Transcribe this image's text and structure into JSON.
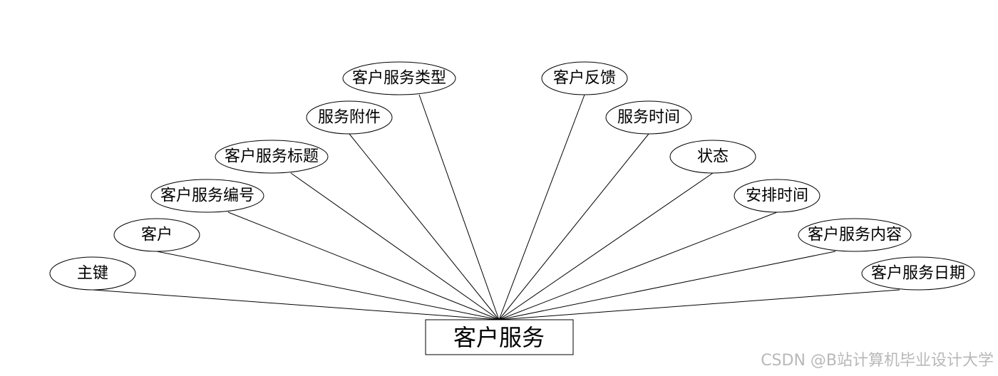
{
  "entity": "客户服务",
  "attributes": [
    "主键",
    "客户",
    "客户服务编号",
    "客户服务标题",
    "服务附件",
    "客户服务类型",
    "客户反馈",
    "服务时间",
    "状态",
    "安排时间",
    "客户服务内容",
    "客户服务日期"
  ],
  "watermark": "CSDN @B站计算机毕业设计大学"
}
